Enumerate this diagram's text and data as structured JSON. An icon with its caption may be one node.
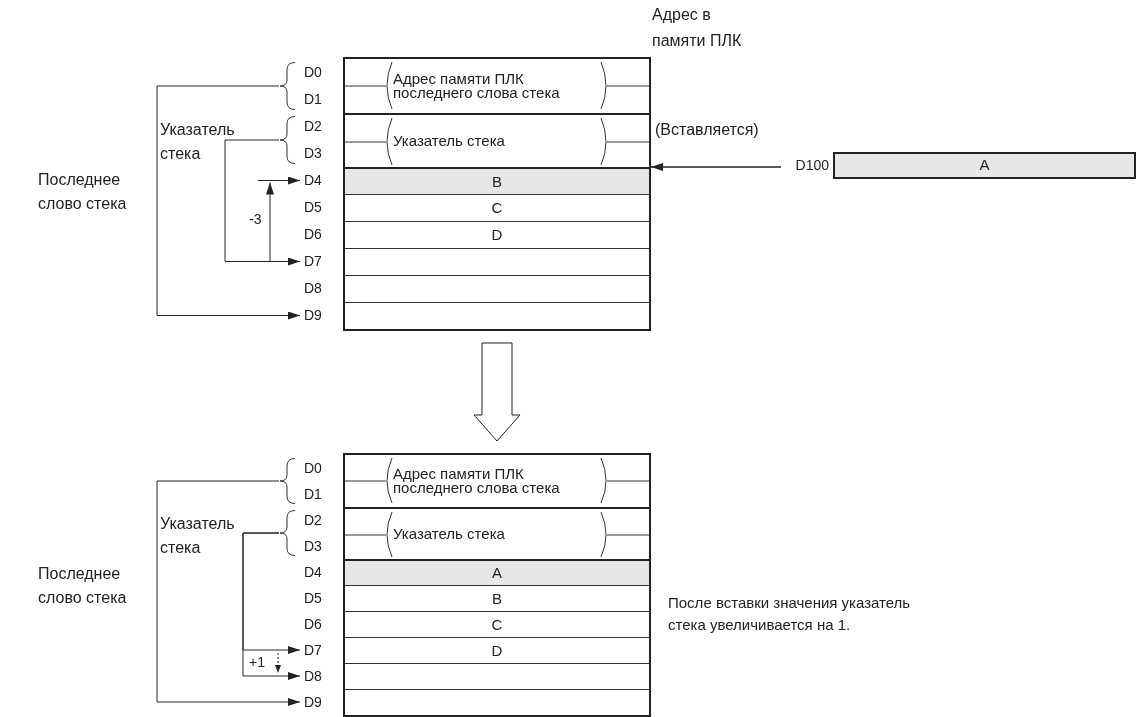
{
  "diagram": {
    "nodes": [
      {
        "text": [],
        "shape": "box"
      },
      {
        "text": [
          "Адрес памяти ПЛК последнего слова стека"
        ],
        "in": 0
      },
      {
        "text": [
          "Указатель стека"
        ],
        "in": 0
      },
      {
        "text": [
          "B"
        ],
        "in": 0
      },
      {
        "text": [
          "C"
        ],
        "in": 0
      },
      {
        "text": [
          "D"
        ],
        "in": 0
      },
      {
        "text": [],
        "shape": "box",
        "in": 0
      },
      {
        "text": [],
        "shape": "box",
        "in": 0
      },
      {
        "text": [],
        "shape": "box",
        "in": 0
      },
      {
        "text": [
          "D0"
        ]
      },
      {
        "text": [
          "D1"
        ]
      },
      {
        "text": [
          "D2"
        ]
      },
      {
        "text": [
          "D3"
        ]
      },
      {
        "text": [
          "D4"
        ]
      },
      {
        "text": [
          "D5"
        ]
      },
      {
        "text": [
          "D6"
        ]
      },
      {
        "text": [
          "D7"
        ]
      },
      {
        "text": [
          "D8"
        ]
      },
      {
        "text": [
          "D9"
        ]
      },
      {
        "text": [
          "D100"
        ]
      },
      {
        "text": [
          "A"
        ]
      },
      {
        "text": [],
        "shape": "box"
      },
      {
        "text": [
          "Адрес памяти ПЛК последнего слова стека"
        ],
        "in": 21
      },
      {
        "text": [
          "Указатель стека"
        ],
        "in": 21
      },
      {
        "text": [
          "A"
        ],
        "in": 21
      },
      {
        "text": [
          "B"
        ],
        "in": 21
      },
      {
        "text": [
          "C"
        ],
        "in": 21
      },
      {
        "text": [
          "D"
        ],
        "in": 21
      },
      {
        "text": [],
        "shape": "box",
        "in": 21
      },
      {
        "text": [],
        "shape": "box",
        "in": 21
      },
      {
        "text": [
          "D0"
        ]
      },
      {
        "text": [
          "D1"
        ]
      },
      {
        "text": [
          "D2"
        ]
      },
      {
        "text": [
          "D3"
        ]
      },
      {
        "text": [
          "D4"
        ]
      },
      {
        "text": [
          "D5"
        ]
      },
      {
        "text": [
          "D6"
        ]
      },
      {
        "text": [
          "D7"
        ]
      },
      {
        "text": [
          "D8"
        ]
      },
      {
        "text": [
          "D9"
        ]
      },
      {
        "text": [],
        "shape": "brace"
      },
      {
        "text": [],
        "shape": "brace"
      },
      {
        "text": [],
        "shape": "brace"
      },
      {
        "text": [],
        "shape": "brace"
      }
    ],
    "edges": [
      {
        "from": 40,
        "to": 18,
        "arrow": "to"
      },
      {
        "from": 41,
        "to": 16,
        "arrow": "to"
      },
      {
        "from": null,
        "to": 13,
        "arrow": "to"
      },
      {
        "from": 19,
        "to": 0,
        "arrow": "to"
      },
      {
        "from": 0,
        "to": 21,
        "arrow": "to",
        "style": "thick"
      },
      {
        "from": 42,
        "to": 39,
        "arrow": "to"
      },
      {
        "from": 43,
        "to": 37,
        "arrow": "to"
      },
      {
        "from": 43,
        "to": 38,
        "arrow": "to"
      }
    ],
    "labels": [
      "Адрес в памяти ПЛК",
      "Указатель стека",
      "Последнее слово стека",
      "(Вставляется)",
      "-3",
      "Указатель стека",
      "Последнее слово стека",
      "+1",
      "После вставки значения указатель стека увеличивается на 1."
    ]
  }
}
